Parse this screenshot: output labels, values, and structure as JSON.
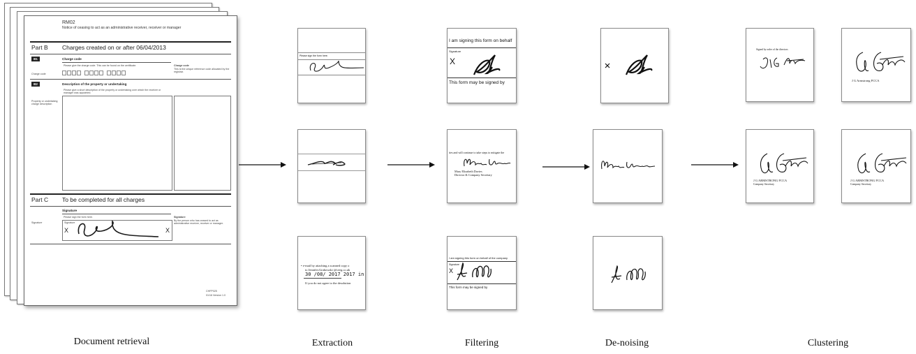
{
  "stages": {
    "document_retrieval": "Document retrieval",
    "extraction": "Extraction",
    "filtering": "Filtering",
    "denoising": "De-noising",
    "clustering": "Clustering"
  },
  "document": {
    "form_code": "RM02",
    "form_subtitle": "Notice of ceasing to act as an administrative receiver, receiver or manager",
    "part_b": "Part B",
    "part_b_title": "Charges created on or after 06/04/2013",
    "b1": "B1",
    "charge_code_heading": "Charge code",
    "charge_code_help": "Please give the charge code. This can be found on the certificate.",
    "charge_code_label": "Charge code",
    "charge_code_side_title": "Charge code",
    "charge_code_side_text": "This is the unique reference code allocated by the registrar.",
    "b2": "B2",
    "description_heading": "Description of the property or undertaking",
    "description_help": "Please give a short description of the property or undertaking over which the receiver or manager was appointed.",
    "property_label": "Property or undertaking charge description",
    "part_c": "Part C",
    "part_c_title": "To be completed for all charges",
    "signature_heading": "Signature",
    "signature_help": "Please sign the form here.",
    "signature_label": "Signature",
    "signature_box_label": "Signature",
    "x_mark": "X",
    "signature_side_title": "Signature",
    "signature_side_text": "By the person who has ceased to act as administrative receiver, receiver or manager.",
    "footer_code": "CHFP025",
    "footer_version": "01/16 Version 1.0"
  },
  "extraction": {
    "t1_text": "Please sign the form here."
  },
  "filtering": {
    "f1_top": "I am signing this form on behalf",
    "f1_sig_label": "Signature",
    "f1_x": "X",
    "f1_bottom": "This form may be signed by",
    "f2_top": "ties and will continue to take steps to mitigate the",
    "f2_name": "Mary Elizabeth Davies",
    "f2_role": "Director & Company Secretary",
    "f3_top": "I am signing this form on behalf of the company",
    "f3_sig_label": "Signature",
    "f3_x": "X",
    "f3_bottom": "This form may be signed by"
  },
  "extraction_t3": {
    "line1": "•  e-mail by attaching a scanned copy o",
    "line2": "to    Jennifer.Grabowski    @ceeg.co.uk",
    "line3": "30 /08/ 2017      2017 in",
    "line4": "If you do not agree to the desolution"
  },
  "clustering": {
    "c1_top": "Signed by order of the directors",
    "c2_name": "J G Armstrong FCCA",
    "c3_name": "J G ARMSTRONG FCCA",
    "c3_role": "Company Secretary",
    "c4_name": "J G ARMSTRONG FCCA",
    "c4_role": "Company Secretary"
  },
  "colors": {
    "ink": "#1a1a1a",
    "border": "#8a8a8a",
    "arrow": "#111111"
  }
}
